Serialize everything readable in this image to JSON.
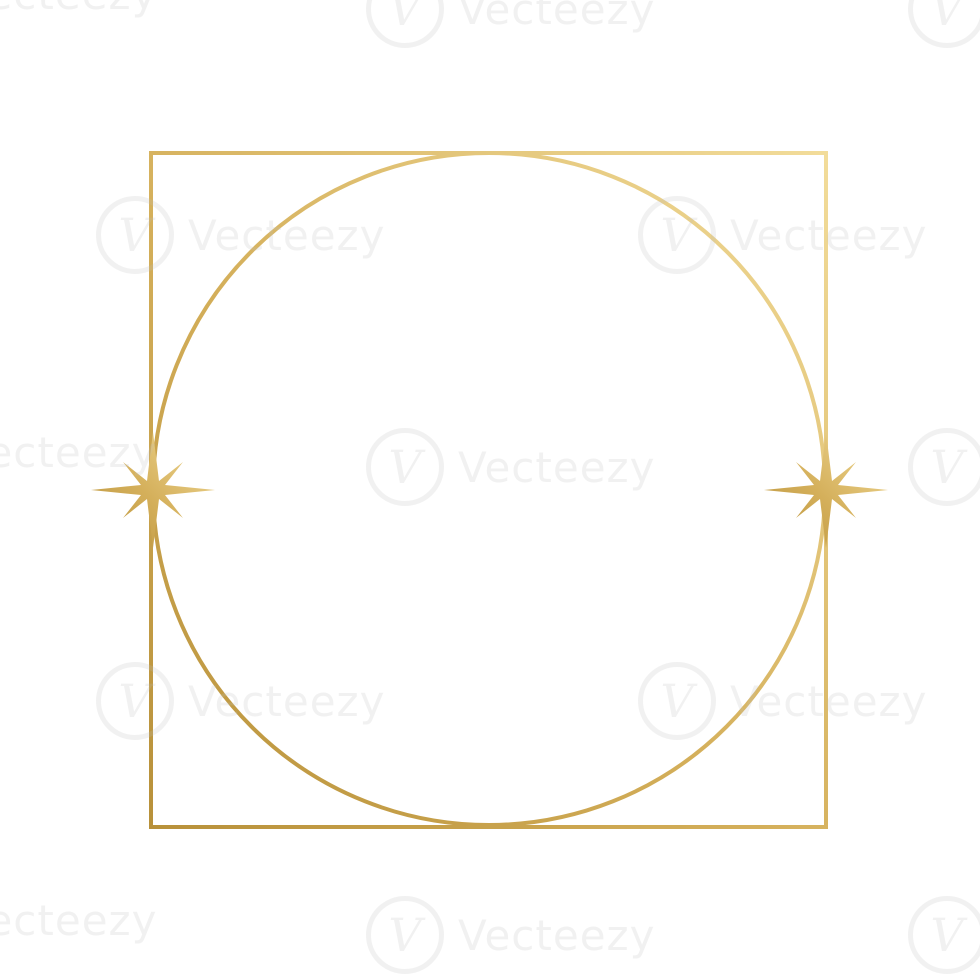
{
  "ornament": {
    "colors": {
      "gold_light": "#f2dc9a",
      "gold_mid": "#d4af5a",
      "gold_dark": "#b8913a"
    },
    "shapes": [
      "square-frame",
      "circle-frame",
      "four-point-star",
      "four-point-star"
    ]
  },
  "watermark": {
    "text": "Vecteezy",
    "logo_glyph": "V"
  }
}
